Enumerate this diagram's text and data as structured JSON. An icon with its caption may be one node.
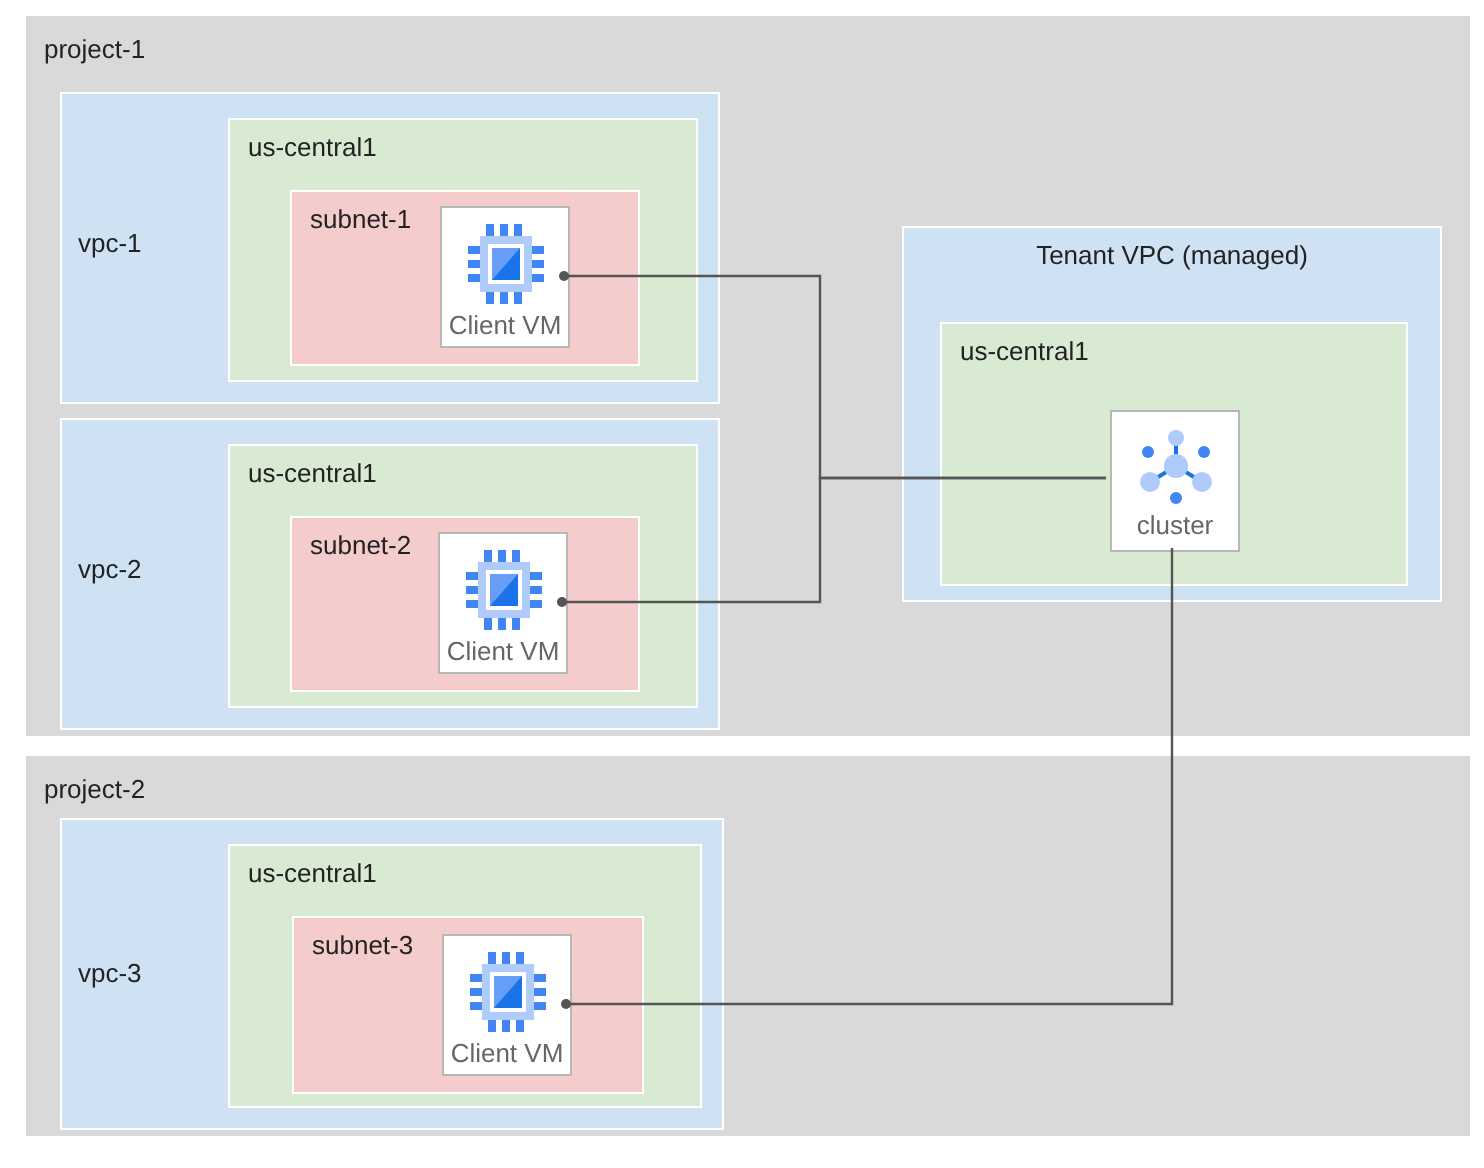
{
  "diagram": {
    "nodes": [
      {
        "text": [
          "project-1"
        ]
      },
      {
        "text": [
          "vpc-1"
        ],
        "in": 0
      },
      {
        "text": [
          "us-central1"
        ],
        "in": 1
      },
      {
        "text": [
          "subnet-1"
        ],
        "in": 2
      },
      {
        "text": [
          "Client VM"
        ],
        "in": 3
      },
      {
        "text": [
          "vpc-2"
        ],
        "in": 0
      },
      {
        "text": [
          "us-central1"
        ],
        "in": 5
      },
      {
        "text": [
          "subnet-2"
        ],
        "in": 6
      },
      {
        "text": [
          "Client VM"
        ],
        "in": 7
      },
      {
        "text": [
          "Tenant VPC (managed)"
        ],
        "in": 0
      },
      {
        "text": [
          "us-central1"
        ],
        "in": 9
      },
      {
        "text": [
          "cluster"
        ],
        "in": 10
      },
      {
        "text": [
          "project-2"
        ]
      },
      {
        "text": [
          "vpc-3"
        ],
        "in": 12
      },
      {
        "text": [
          "us-central1"
        ],
        "in": 13
      },
      {
        "text": [
          "subnet-3"
        ],
        "in": 14
      },
      {
        "text": [
          "Client VM"
        ],
        "in": 15
      }
    ],
    "edges": [
      {
        "from": 4,
        "to": 11,
        "arrow": "other"
      },
      {
        "from": 8,
        "to": 11,
        "arrow": "other"
      },
      {
        "from": 16,
        "to": 11,
        "arrow": "other"
      }
    ]
  }
}
